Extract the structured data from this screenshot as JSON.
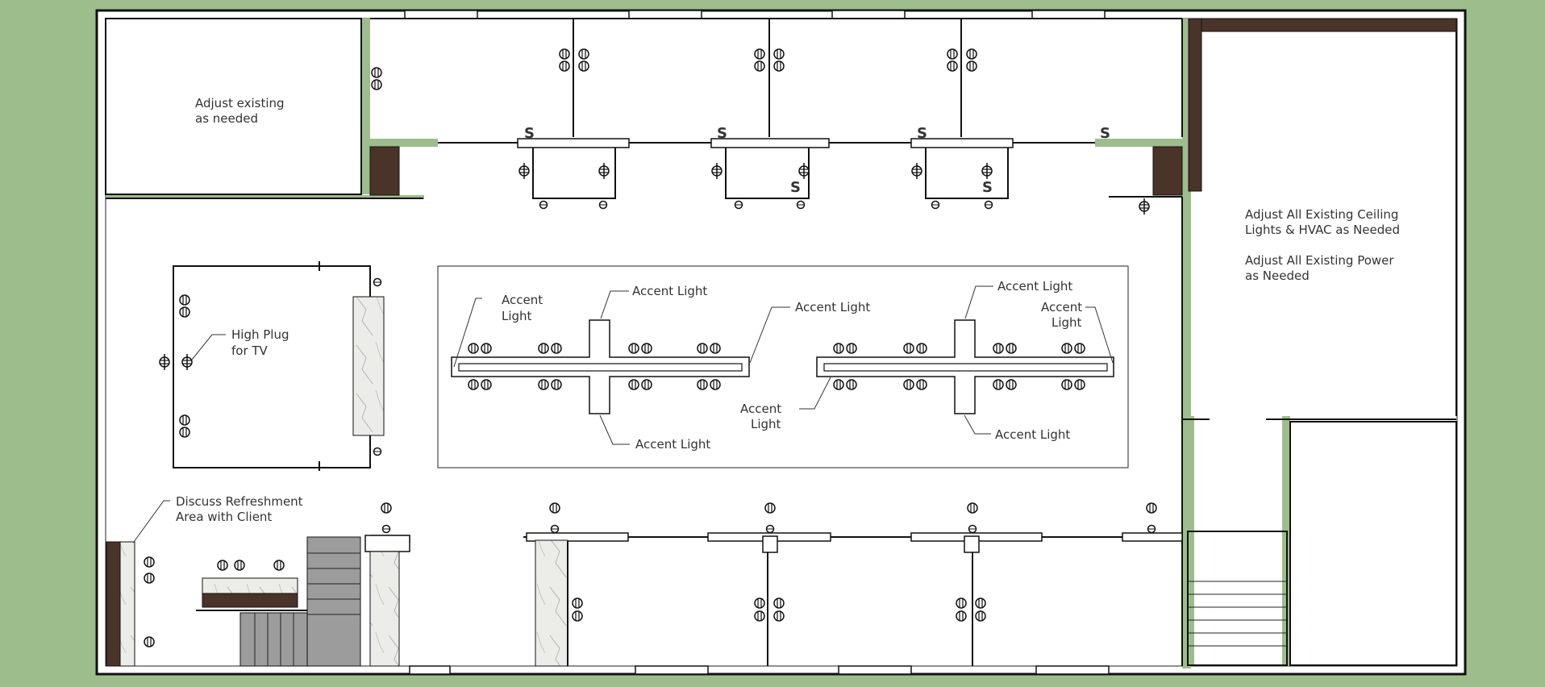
{
  "notes": {
    "adjust_existing": [
      "Adjust existing",
      "as needed"
    ],
    "ceiling_hvac": [
      "Adjust All Existing Ceiling",
      "Lights & HVAC as Needed"
    ],
    "power": [
      "Adjust All Existing Power",
      "as Needed"
    ],
    "high_plug": [
      "High Plug",
      "for TV"
    ],
    "refreshment": [
      "Discuss Refreshment",
      "Area with Client"
    ]
  },
  "accent_labels": {
    "a1": [
      "Accent",
      "Light"
    ],
    "a2": "Accent Light",
    "a3": "Accent Light",
    "a4": "Accent Light",
    "a5": [
      "Accent",
      "Light"
    ],
    "a6": "Accent Light",
    "a7": [
      "Accent",
      "Light"
    ],
    "a8": "Accent Light"
  },
  "switch_symbol": "S",
  "colors": {
    "background": "#9dbd8c",
    "floor": "#ffffff",
    "wall": "#111111",
    "wood": "#4a3328",
    "marble": "#e8e8e4",
    "stairs": "#9c9c9c"
  }
}
